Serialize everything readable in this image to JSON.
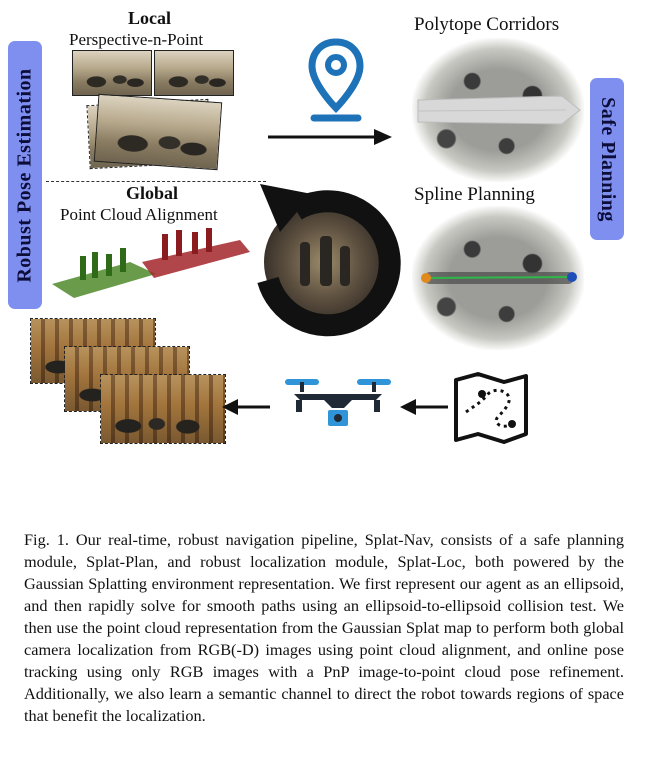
{
  "figure": {
    "left_vertical_label": "Robust Pose Estimation",
    "right_vertical_label": "Safe Planning",
    "local_title": "Local",
    "local_subtitle": "Perspective-n-Point",
    "global_title": "Global",
    "global_subtitle": "Point Cloud Alignment",
    "polytope_title": "Polytope Corridors",
    "spline_title": "Spline Planning",
    "icons": [
      "location-pin-icon",
      "refresh-cycle-icon",
      "drone-icon",
      "route-map-icon"
    ],
    "colors": {
      "label_bg": "#7e8ff0",
      "pin_blue": "#1e73b8",
      "drone_dark": "#1f2a36",
      "drone_accent": "#2f95d8",
      "path_green": "#2fb84a"
    }
  },
  "caption": {
    "text": "Fig. 1.  Our real-time, robust navigation pipeline, Splat-Nav, consists of a safe planning module, Splat-Plan, and robust localization module, Splat-Loc, both powered by the Gaussian Splatting environment representation. We first represent our agent as an ellipsoid, and then rapidly solve for smooth paths using an ellipsoid-to-ellipsoid collision test. We then use the point cloud representation from the Gaussian Splat map to perform both global camera localization from RGB(-D) images using point cloud alignment, and online pose tracking using only RGB images with a PnP image-to-point cloud pose refinement. Additionally, we also learn a semantic channel to direct the robot towards regions of space that benefit the localization."
  }
}
